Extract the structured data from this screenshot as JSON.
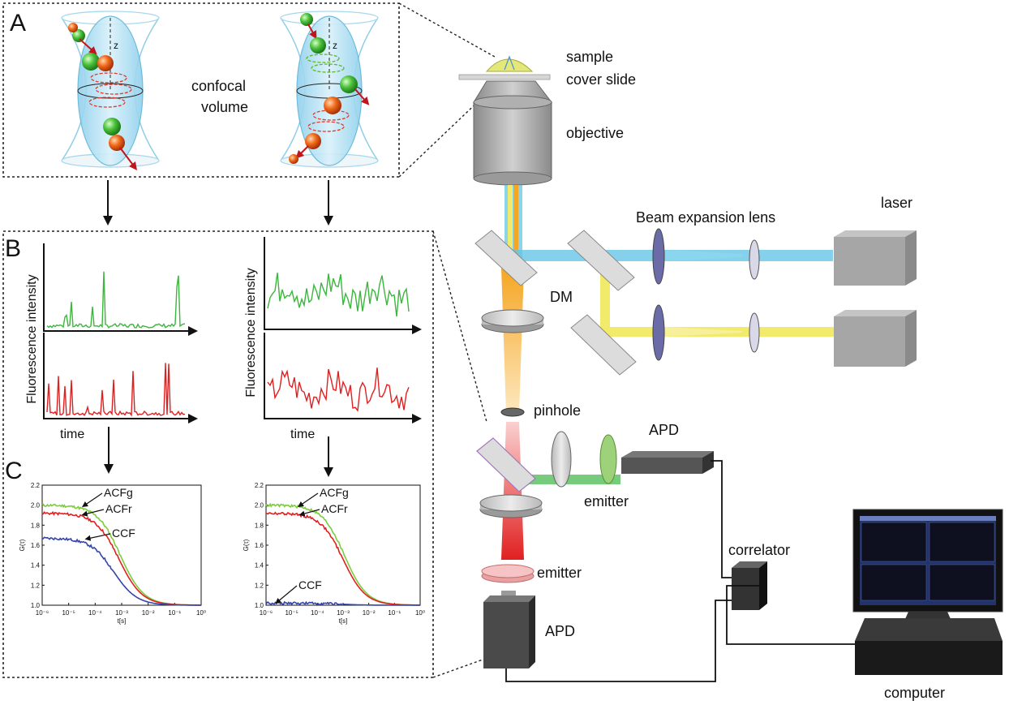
{
  "panels": {
    "A": {
      "letter": "A",
      "volume_label_line1": "confocal",
      "volume_label_line2": "volume",
      "z_axis_label": "z"
    },
    "B": {
      "letter": "B",
      "ylabel": "Fluorescence intensity",
      "xlabel": "time"
    },
    "C": {
      "letter": "C"
    }
  },
  "setup": {
    "sample": "sample",
    "cover_slide": "cover slide",
    "objective": "objective",
    "beam_expansion_lens": "Beam expansion lens",
    "laser": "laser",
    "dm": "DM",
    "pinhole": "pinhole",
    "apd_top": "APD",
    "emitter_green": "emitter",
    "correlator": "correlator",
    "emitter_red": "emitter",
    "apd_bottom": "APD",
    "computer": "computer"
  },
  "colors": {
    "green": "#3cb63c",
    "red": "#e02020",
    "blue": "#3344aa",
    "lightgreen": "#7ccc3c",
    "cyan_beam": "#66c6e6",
    "yellow_beam": "#f2ea6a",
    "orange_beam": "#f5a623"
  },
  "chart_data": [
    {
      "type": "line",
      "xlabel": "t[s]",
      "ylabel": "G(τ)",
      "x_scale": "log",
      "x_ticks": [
        "10⁻⁶",
        "10⁻⁵",
        "10⁻⁴",
        "10⁻³",
        "10⁻²",
        "10⁻¹",
        "10⁰"
      ],
      "xlim": [
        -6,
        0
      ],
      "y_ticks": [
        "1.0",
        "1.2",
        "1.4",
        "1.6",
        "1.8",
        "2.0",
        "2.2"
      ],
      "ylim": [
        1.0,
        2.2
      ],
      "series": [
        {
          "name": "ACFg",
          "color": "#7ccc3c",
          "amplitude": 1.0,
          "tau_log": -3.05
        },
        {
          "name": "ACFr",
          "color": "#e02020",
          "amplitude": 0.92,
          "tau_log": -3.1
        },
        {
          "name": "CCF",
          "color": "#3344aa",
          "amplitude": 0.67,
          "tau_log": -3.3
        }
      ]
    },
    {
      "type": "line",
      "xlabel": "t[s]",
      "ylabel": "G(τ)",
      "x_scale": "log",
      "x_ticks": [
        "10⁻⁶",
        "10⁻⁵",
        "10⁻⁴",
        "10⁻³",
        "10⁻²",
        "10⁻¹",
        "10⁰"
      ],
      "xlim": [
        -6,
        0
      ],
      "y_ticks": [
        "1.0",
        "1.2",
        "1.4",
        "1.6",
        "1.8",
        "2.0",
        "2.2"
      ],
      "ylim": [
        1.0,
        2.2
      ],
      "series": [
        {
          "name": "ACFg",
          "color": "#7ccc3c",
          "amplitude": 1.0,
          "tau_log": -2.95
        },
        {
          "name": "ACFr",
          "color": "#e02020",
          "amplitude": 0.92,
          "tau_log": -3.0
        },
        {
          "name": "CCF",
          "color": "#3344aa",
          "amplitude": 0.02,
          "tau_log": -3.0
        }
      ]
    }
  ]
}
